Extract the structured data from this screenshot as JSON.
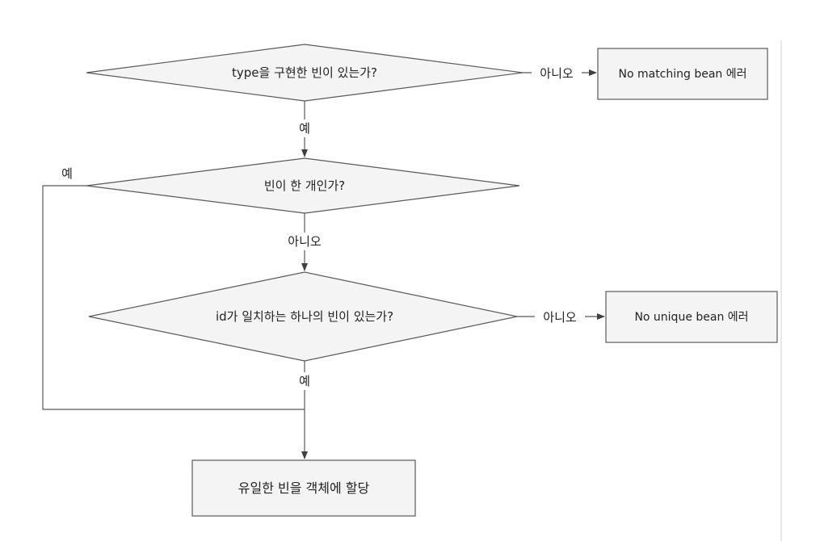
{
  "diagram": {
    "nodes": {
      "q_type": "type을 구현한 빈이 있는가?",
      "q_single": "빈이 한 개인가?",
      "q_id": "id가 일치하는 하나의 빈이 있는가?",
      "err_no_matching": "No matching bean 에러",
      "err_no_unique": "No unique bean 에러",
      "assign": "유일한 빈을 객체에 할당"
    },
    "edge_labels": {
      "q_type_no": "아니오",
      "q_type_yes": "예",
      "q_single_yes": "예",
      "q_single_no": "아니오",
      "q_id_no": "아니오",
      "q_id_yes": "예"
    },
    "colors": {
      "shape_fill": "#f4f4f4",
      "stroke": "#595959",
      "text": "#222222"
    }
  }
}
